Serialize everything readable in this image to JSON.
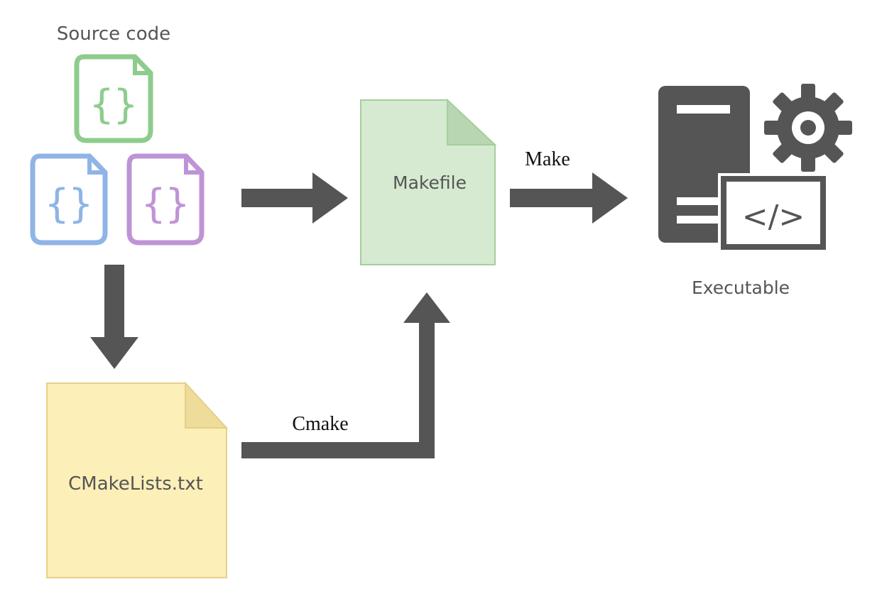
{
  "labels": {
    "source_code": "Source code",
    "makefile": "Makefile",
    "cmakelists": "CMakeLists.txt",
    "executable": "Executable",
    "make_step": "Make",
    "cmake_step": "Cmake"
  },
  "source_files": [
    {
      "icon": "code-file-icon",
      "glyph": "{}",
      "color": "#8dcc8d"
    },
    {
      "icon": "code-file-icon",
      "glyph": "{}",
      "color": "#8fb4e6"
    },
    {
      "icon": "code-file-icon",
      "glyph": "{}",
      "color": "#bf94d6"
    }
  ],
  "executable_icons": {
    "tower": "server-tower-icon",
    "gear": "gear-icon",
    "window": "code-window-icon",
    "window_glyph": "</>"
  },
  "colors": {
    "arrow": "#555555",
    "makefile_fill": "#d5ead0",
    "makefile_stroke": "#a7cd9e",
    "cmakelists_fill": "#fcefb8",
    "cmakelists_stroke": "#e6d08a",
    "icon_dark": "#555555"
  }
}
